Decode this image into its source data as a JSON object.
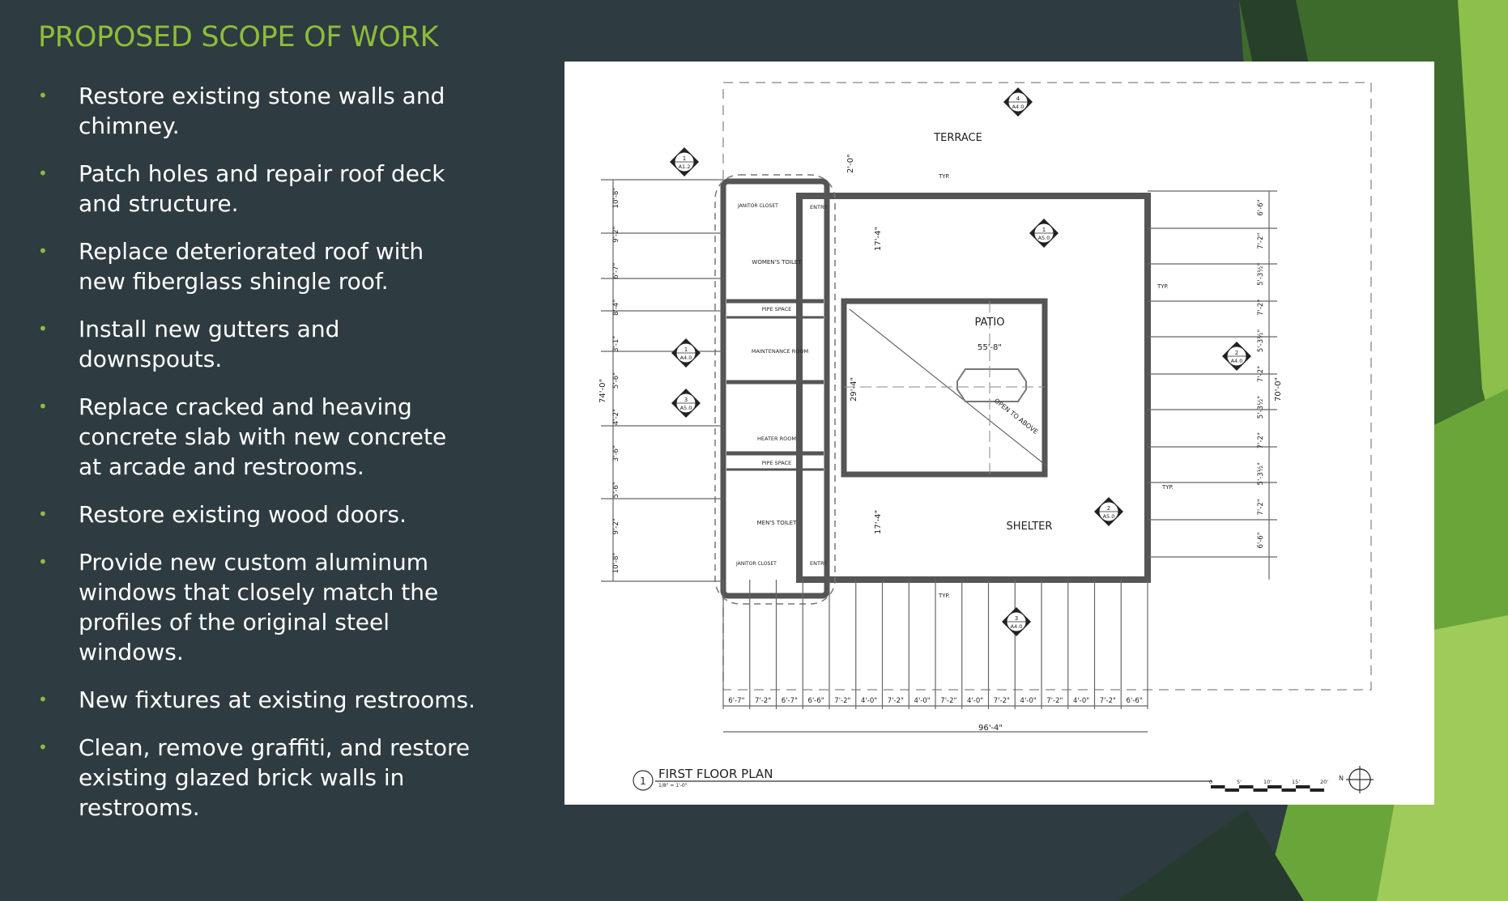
{
  "slide": {
    "title": "PROPOSED SCOPE OF WORK",
    "accent_color": "#8dbd3a",
    "background_color": "#2e3b40",
    "bullets": [
      "Restore existing stone walls and chimney.",
      "Patch holes and repair roof deck and structure.",
      "Replace deteriorated roof with new fiberglass shingle roof.",
      "Install new gutters and downspouts.",
      "Replace cracked and heaving concrete slab with new concrete at arcade and restrooms.",
      "Restore existing wood doors.",
      "Provide new custom aluminum windows that closely match the profiles of the original steel windows.",
      "New fixtures at existing restrooms.",
      "Clean, remove graffiti, and restore existing glazed brick walls in restrooms."
    ]
  },
  "plan": {
    "drawing_number": "1",
    "drawing_title": "FIRST FLOOR PLAN",
    "scale_note": "1/8\" = 1'-0\"",
    "scale_ticks": [
      "0",
      "5'",
      "10'",
      "15'",
      "20'"
    ],
    "north": "N",
    "rooms": {
      "terrace": "TERRACE",
      "patio": "PATIO",
      "shelter": "SHELTER",
      "womens_toilet": "WOMEN'S TOILET",
      "mens_toilet": "MEN'S TOILET",
      "maintenance": "MAINTENANCE ROOM",
      "heater": "HEATER ROOM",
      "pipe_space_top": "PIPE SPACE",
      "pipe_space_bottom": "PIPE SPACE",
      "janitor_top": "JANITOR CLOSET",
      "janitor_bottom": "JANITOR CLOSET",
      "entry_top": "ENTRY",
      "entry_bottom": "ENTRY"
    },
    "notes": {
      "patio_width": "55'-8\"",
      "open_to_above": "OPEN TO ABOVE",
      "patio_depth": "29'-4\"",
      "dim_17_top": "17'-4\"",
      "dim_17_bot": "17'-4\"",
      "dim_2_0": "2'-0\"",
      "total_length": "96'-4\"",
      "total_height_left": "74'-0\"",
      "total_height_right": "70'-0\"",
      "typ": "TYP."
    },
    "bottom_dims": [
      "6'-7\"",
      "7'-2\"",
      "6'-7\"",
      "6'-6\"",
      "7'-2\"",
      "4'-0\"",
      "7'-2\"",
      "4'-0\"",
      "7'-2\"",
      "4'-0\"",
      "7'-2\"",
      "4'-0\"",
      "7'-2\"",
      "4'-0\"",
      "7'-2\"",
      "6'-6\""
    ],
    "left_dims": [
      "10'-8\"",
      "9'-2\"",
      "6'-7\"",
      "8'-4\"",
      "3'-1\"",
      "5'-6\"",
      "4'-2\"",
      "3'-6\"",
      "5'-6\"",
      "9'-2\"",
      "10'-8\""
    ],
    "right_dims": [
      "6'-6\"",
      "7'-2\"",
      "5'-3½\"",
      "7'-2\"",
      "5'-3½\"",
      "7'-2\"",
      "5'-3½\"",
      "7'-2\"",
      "5'-3½\"",
      "7'-2\"",
      "6'-6\""
    ],
    "section_marks": [
      {
        "num": "4",
        "ref": "A4.0"
      },
      {
        "num": "1",
        "ref": "A5.0"
      },
      {
        "num": "1",
        "ref": "A4.0"
      },
      {
        "num": "3",
        "ref": "A5.0"
      },
      {
        "num": "2",
        "ref": "A5.0"
      },
      {
        "num": "3",
        "ref": "A4.0"
      },
      {
        "num": "2",
        "ref": "A4.0"
      },
      {
        "num": "1",
        "ref": "A1.2"
      }
    ]
  }
}
